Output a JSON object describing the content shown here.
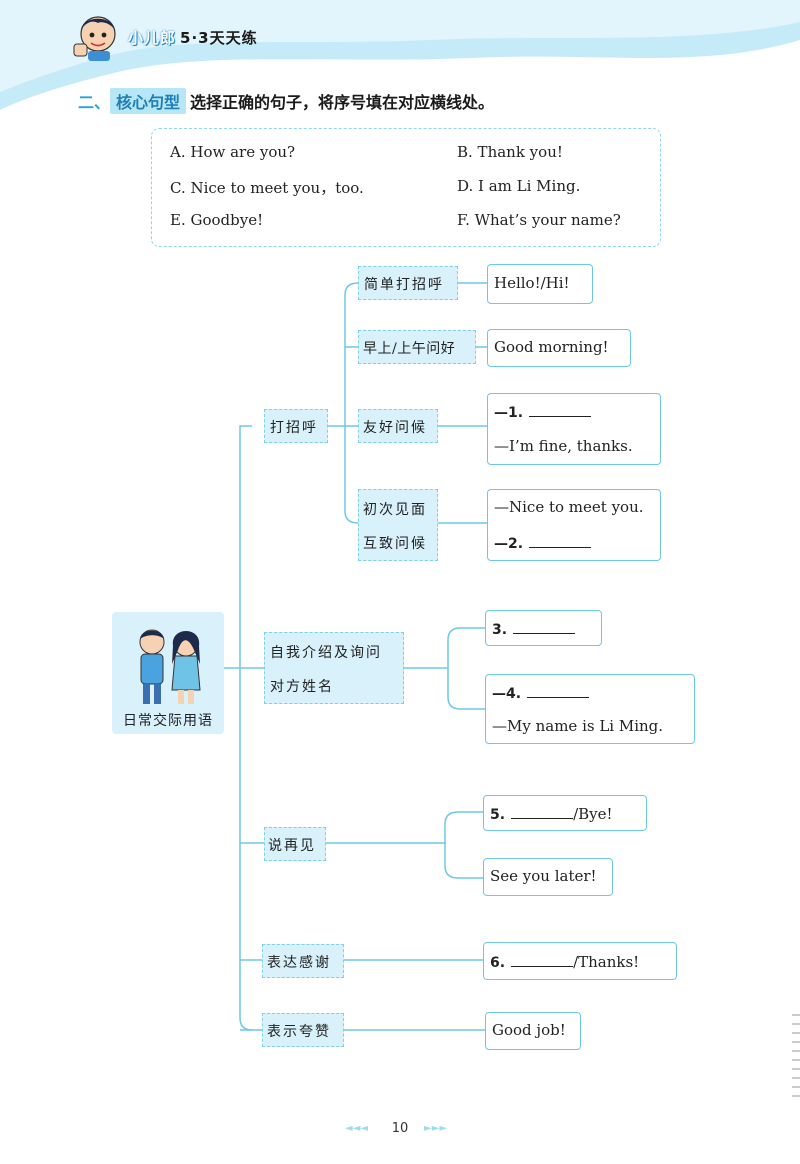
{
  "header": {
    "brand": "小儿郎",
    "series": "5·3天天练"
  },
  "section": {
    "number": "二、",
    "tag": "核心句型",
    "instruction": "选择正确的句子，将序号填在对应横线处。"
  },
  "options": [
    "A. How are you?",
    "B. Thank you!",
    "C. Nice to meet you，too.",
    "D. I am Li Ming.",
    "E. Goodbye!",
    "F. What’s your name?"
  ],
  "mindmap": {
    "root": "日常交际用语",
    "branches": {
      "greeting": "打招呼",
      "intro": [
        "自我介绍及询问",
        "对方姓名"
      ],
      "bye": "说再见",
      "thanks": "表达感谢",
      "praise": "表示夸赞"
    },
    "subbranches": {
      "simple": "简单打招呼",
      "morning": "早上/上午问好",
      "friendly": "友好问候",
      "firstmeet": [
        "初次见面",
        "互致问候"
      ]
    },
    "leaves": {
      "hello": "Hello!/Hi!",
      "goodmorning": "Good morning!",
      "q1_prefix": "—1.",
      "q1_answer": "—I’m fine, thanks.",
      "nice_line": "—Nice to meet you.",
      "q2_prefix": "—2.",
      "q3_prefix": "3.",
      "q4_prefix": "—4.",
      "q4_answer": "—My name is Li Ming.",
      "q5_prefix": "5.",
      "q5_suffix": "/Bye!",
      "seeyou": "See you later!",
      "q6_prefix": "6.",
      "q6_suffix": "/Thanks!",
      "goodjob": "Good job!"
    }
  },
  "footer": {
    "page": "10",
    "arrows_left": "◄◄◄",
    "arrows_right": "►►►"
  },
  "colors": {
    "accent": "#2aa1d9",
    "node_fill": "#d8f1fa",
    "line": "#6ec8e4",
    "header_blue": "#bfe8f7"
  }
}
